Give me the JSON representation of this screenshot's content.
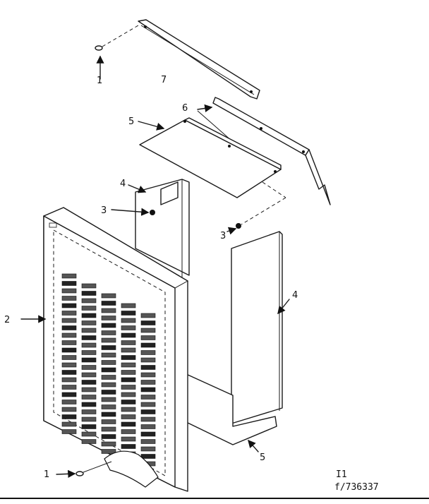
{
  "callouts": {
    "c1_top": "1",
    "c7": "7",
    "c6": "6",
    "c5_top": "5",
    "c4_left": "4",
    "c3_left": "3",
    "c3_right": "3",
    "c2": "2",
    "c4_right": "4",
    "c1_bottom": "1",
    "c5_bottom": "5"
  },
  "footer": {
    "sheet_code": "I1",
    "figure_number": "f/736337"
  }
}
